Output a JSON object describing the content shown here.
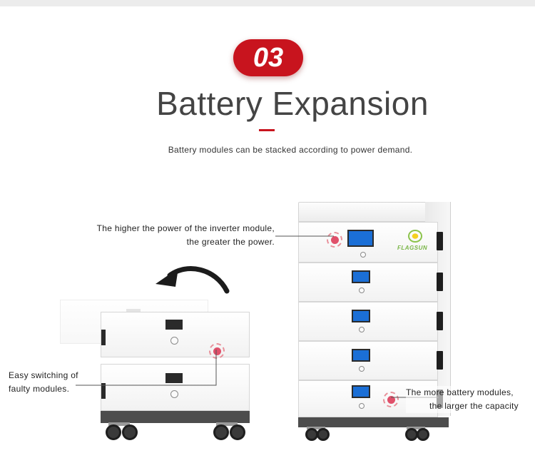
{
  "section": {
    "number": "03",
    "title": "Battery Expansion",
    "subtitle": "Battery modules can be stacked according to power demand."
  },
  "callouts": {
    "inverter_line1": "The higher the power of the inverter module,",
    "inverter_line2": "the greater the power.",
    "switching_line1": "Easy switching of",
    "switching_line2": "faulty modules.",
    "capacity_line1": "The more battery modules,",
    "capacity_line2": "the larger the capacity"
  },
  "brand": {
    "logo_text": "FLAGSUN"
  },
  "colors": {
    "accent": "#c8141e",
    "title": "#444444",
    "lcd": "#1b6fd6",
    "highlight_dot": "#e0506a"
  },
  "icons": [
    "curved-arrow-icon",
    "brand-logo-icon"
  ]
}
